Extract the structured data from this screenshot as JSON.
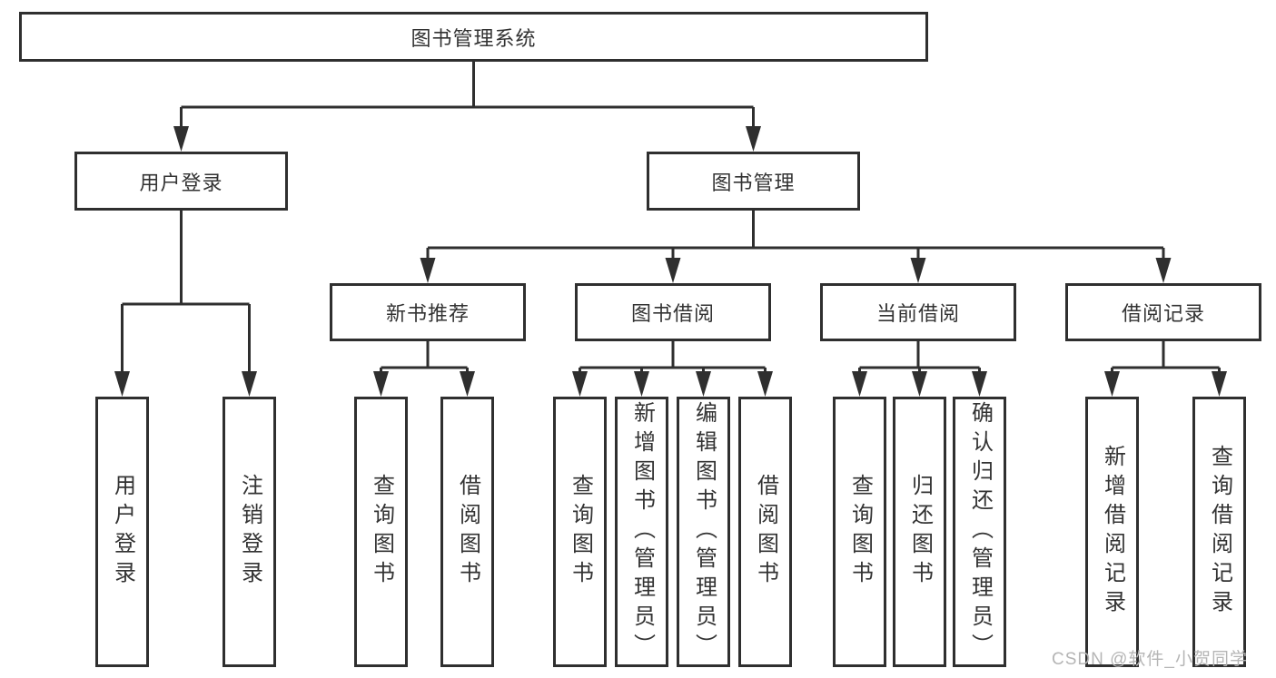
{
  "tree": {
    "label": "图书管理系统",
    "children": [
      {
        "label": "用户登录",
        "children": [
          {
            "label": "用户登录"
          },
          {
            "label": "注销登录"
          }
        ]
      },
      {
        "label": "图书管理",
        "children": [
          {
            "label": "新书推荐",
            "children": [
              {
                "label": "查询图书"
              },
              {
                "label": "借阅图书"
              }
            ]
          },
          {
            "label": "图书借阅",
            "children": [
              {
                "label": "查询图书"
              },
              {
                "label": "新增图书（管理员）"
              },
              {
                "label": "编辑图书（管理员）"
              },
              {
                "label": "借阅图书"
              }
            ]
          },
          {
            "label": "当前借阅",
            "children": [
              {
                "label": "查询图书"
              },
              {
                "label": "归还图书"
              },
              {
                "label": "确认归还（管理员）"
              }
            ]
          },
          {
            "label": "借阅记录",
            "children": [
              {
                "label": "新增借阅记录"
              },
              {
                "label": "查询借阅记录"
              }
            ]
          }
        ]
      }
    ]
  },
  "watermark": {
    "text": "CSDN @软件_小贺同学"
  },
  "colors": {
    "line": "#2f2f2f",
    "text": "#333333",
    "background": "#ffffff",
    "watermark": "#b5b5b5"
  }
}
